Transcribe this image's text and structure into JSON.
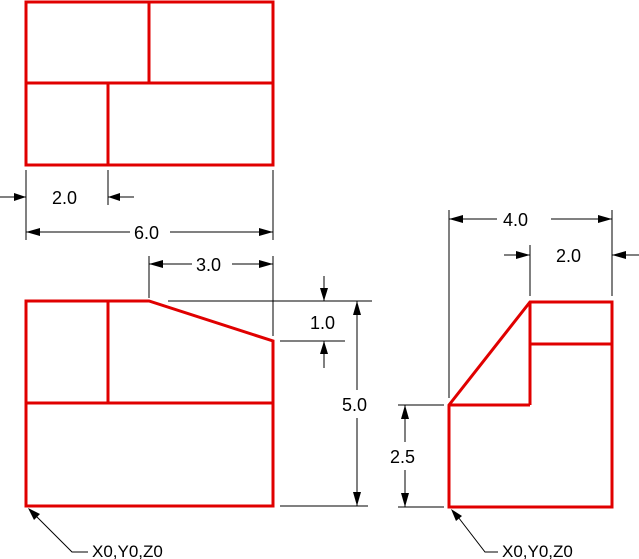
{
  "colors": {
    "object_line": "#e00000",
    "dimension_line": "#000000",
    "background": "#ffffff"
  },
  "dimensions": {
    "top_view_width_small": "2.0",
    "top_view_width_total": "6.0",
    "front_view_slope_run": "3.0",
    "front_view_slope_rise": "1.0",
    "front_view_height": "5.0",
    "side_view_width": "4.0",
    "side_view_width_small": "2.0",
    "side_view_height_lower": "2.5"
  },
  "origin_labels": {
    "front": "X0,Y0,Z0",
    "side": "X0,Y0,Z0"
  }
}
